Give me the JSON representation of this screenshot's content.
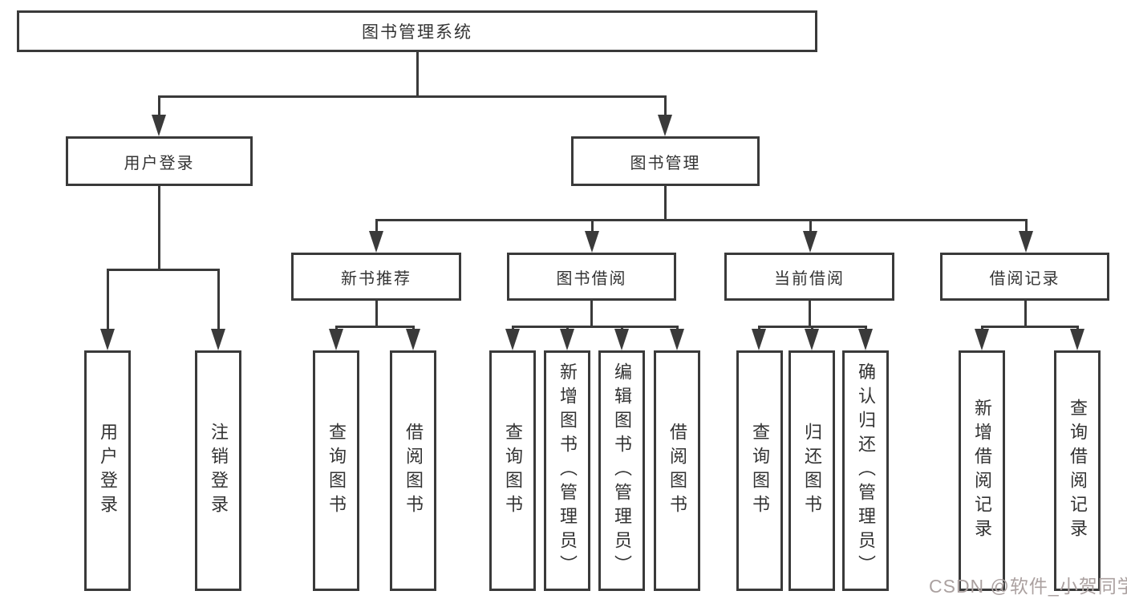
{
  "diagram_title": "图书管理系统",
  "colors": {
    "line": "#3a3a3a",
    "text": "#333333",
    "background": "#ffffff",
    "watermark": "#aba1a0"
  },
  "tree": {
    "root": {
      "label": "图书管理系统",
      "children": [
        {
          "label": "用户登录",
          "children": [
            {
              "label": "用户登录"
            },
            {
              "label": "注销登录"
            }
          ]
        },
        {
          "label": "图书管理",
          "children": [
            {
              "label": "新书推荐",
              "children": [
                {
                  "label": "查询图书"
                },
                {
                  "label": "借阅图书"
                }
              ]
            },
            {
              "label": "图书借阅",
              "children": [
                {
                  "label": "查询图书"
                },
                {
                  "label": "新增图书（管理员）"
                },
                {
                  "label": "编辑图书（管理员）"
                },
                {
                  "label": "借阅图书"
                }
              ]
            },
            {
              "label": "当前借阅",
              "children": [
                {
                  "label": "查询图书"
                },
                {
                  "label": "归还图书"
                },
                {
                  "label": "确认归还（管理员）"
                }
              ]
            },
            {
              "label": "借阅记录",
              "children": [
                {
                  "label": "新增借阅记录"
                },
                {
                  "label": "查询借阅记录"
                }
              ]
            }
          ]
        }
      ]
    }
  },
  "watermark": {
    "text": "CSDN @软件_小贺同学"
  }
}
